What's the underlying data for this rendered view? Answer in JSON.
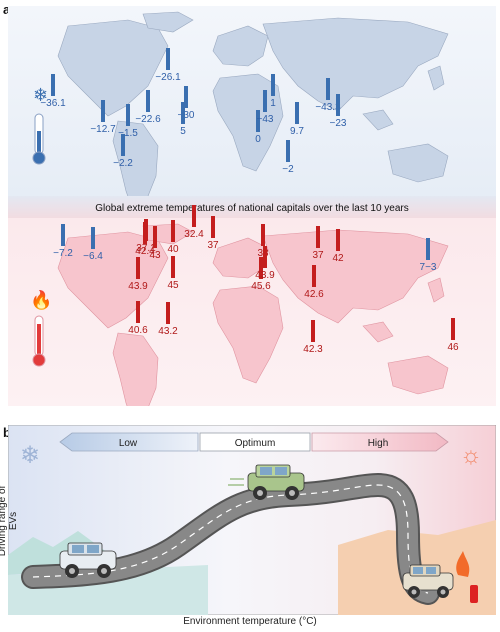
{
  "panel_a": {
    "letter": "a",
    "title": "Global extreme temperatures of national capitals over the last 10 years",
    "cold_values": [
      "−36.1",
      "−12.7",
      "−22.6",
      "−26.1",
      "−1.5",
      "−30",
      "5",
      "−2.2",
      "0",
      "−43",
      "1",
      "−43.3",
      "−23",
      "9.7",
      "−2",
      "−7.2",
      "−6.4",
      "7−3"
    ],
    "hot_values": [
      "37.1",
      "42.4",
      "43",
      "40",
      "32.4",
      "37",
      "45",
      "43.9",
      "38",
      "45.6",
      "43.9",
      "37",
      "42",
      "42.6",
      "42.3",
      "40.6",
      "43.2",
      "46"
    ]
  },
  "panel_b": {
    "letter": "b",
    "labels": {
      "low": "Low",
      "optimum": "Optimum",
      "high": "High"
    },
    "ylabel": "Driving range of EVs",
    "xlabel": "Environment temperature (°C)"
  },
  "colors": {
    "cold_bar": "#3a6fb0",
    "hot_bar": "#c41e1e",
    "cold_map": "#c7d4e6",
    "hot_map": "#f7c5cd"
  }
}
